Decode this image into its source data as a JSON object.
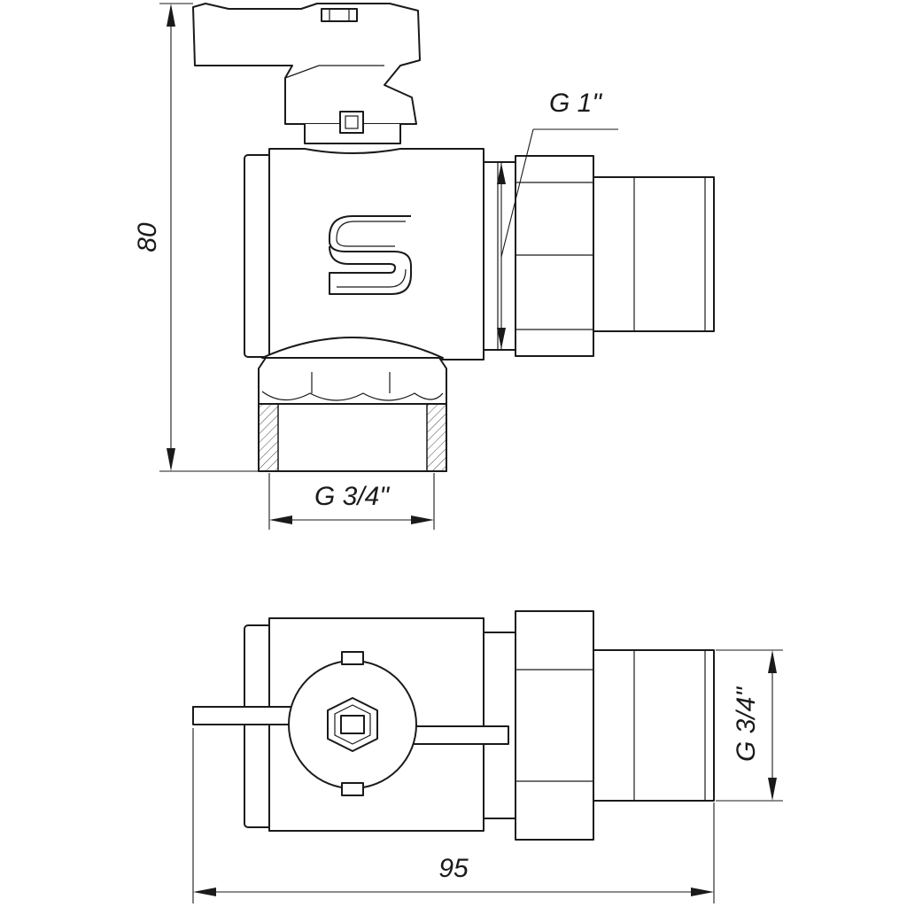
{
  "dimensions": {
    "height": "80",
    "width": "95",
    "top_connection": "G 1\"",
    "bottom_thread_front": "G 3/4\"",
    "side_thread_bottom": "G 3/4\""
  },
  "colors": {
    "line": "#1a1a1a",
    "background": "#ffffff"
  }
}
